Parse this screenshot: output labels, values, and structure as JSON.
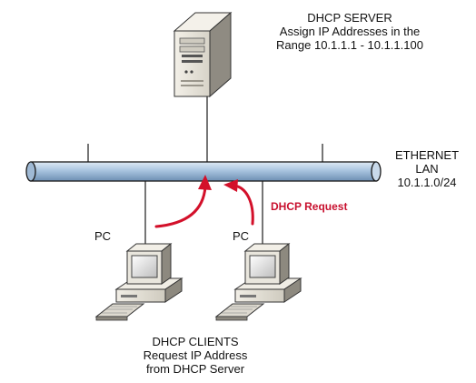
{
  "server_label": {
    "line1": "DHCP SERVER",
    "line2": "Assign IP Addresses in the",
    "line3": "Range 10.1.1.1 - 10.1.1.100"
  },
  "lan_label": {
    "line1": "ETHERNET",
    "line2": "LAN",
    "line3": "10.1.1.0/24"
  },
  "pc_label_left": "PC",
  "pc_label_right": "PC",
  "request_label": "DHCP Request",
  "clients_label": {
    "line1": "DHCP CLIENTS",
    "line2": "Request IP Address",
    "line3": "from DHCP Server"
  },
  "colors": {
    "bus_fill": "#a9c4df",
    "bus_stroke": "#1a1a1a",
    "arrow": "#d3102a",
    "request_text": "#c8102e",
    "device_body": "#e6e2d8",
    "device_shadow": "#7c7870"
  },
  "icons": [
    "server-icon",
    "pc-icon",
    "pc-icon",
    "arrow-icon",
    "arrow-icon"
  ]
}
